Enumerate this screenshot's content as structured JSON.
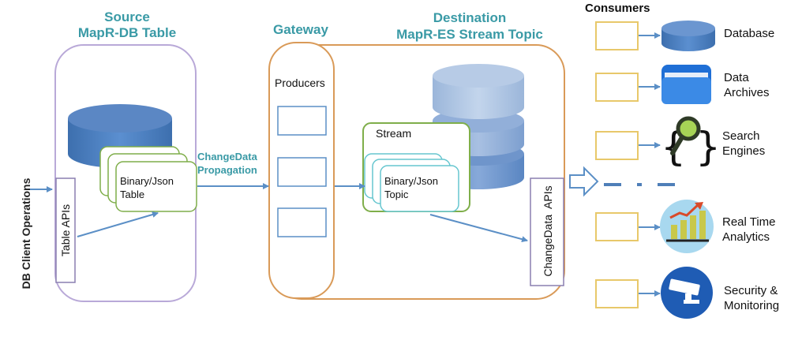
{
  "source": {
    "title_line1": "Source",
    "title_line2": "MapR-DB Table",
    "table_label_line1": "Binary/Json",
    "table_label_line2": "Table",
    "api_label": "Table APIs"
  },
  "client_label": "DB Client Operations",
  "propagation": {
    "line1": "ChangeData",
    "line2": "Propagation"
  },
  "gateway": {
    "title": "Gateway",
    "producers_label": "Producers"
  },
  "destination": {
    "title_line1": "Destination",
    "title_line2": "MapR-ES Stream Topic",
    "stream_label": "Stream",
    "topic_line1": "Binary/Json",
    "topic_line2": "Topic",
    "api_label": "ChangeData  APIs"
  },
  "consumers": {
    "title": "Consumers",
    "items": [
      {
        "line1": "Database",
        "line2": "",
        "icon": "database-icon"
      },
      {
        "line1": "Data",
        "line2": "Archives",
        "icon": "folder-icon"
      },
      {
        "line1": "Search",
        "line2": "Engines",
        "icon": "search-icon"
      },
      {
        "line1": "Real Time",
        "line2": "Analytics",
        "icon": "chart-icon"
      },
      {
        "line1": "Security &",
        "line2": "Monitoring",
        "icon": "camera-icon"
      }
    ]
  },
  "colors": {
    "teal": "#3a9aa6",
    "arrow": "#5b8fc6",
    "source_border": "#b9a9d8",
    "gateway_border": "#d99a58",
    "green": "#7fae4a",
    "db_blue": "#4f81bd",
    "cyl_light": "#a9c2e0",
    "note_border": "#e8c86a"
  }
}
